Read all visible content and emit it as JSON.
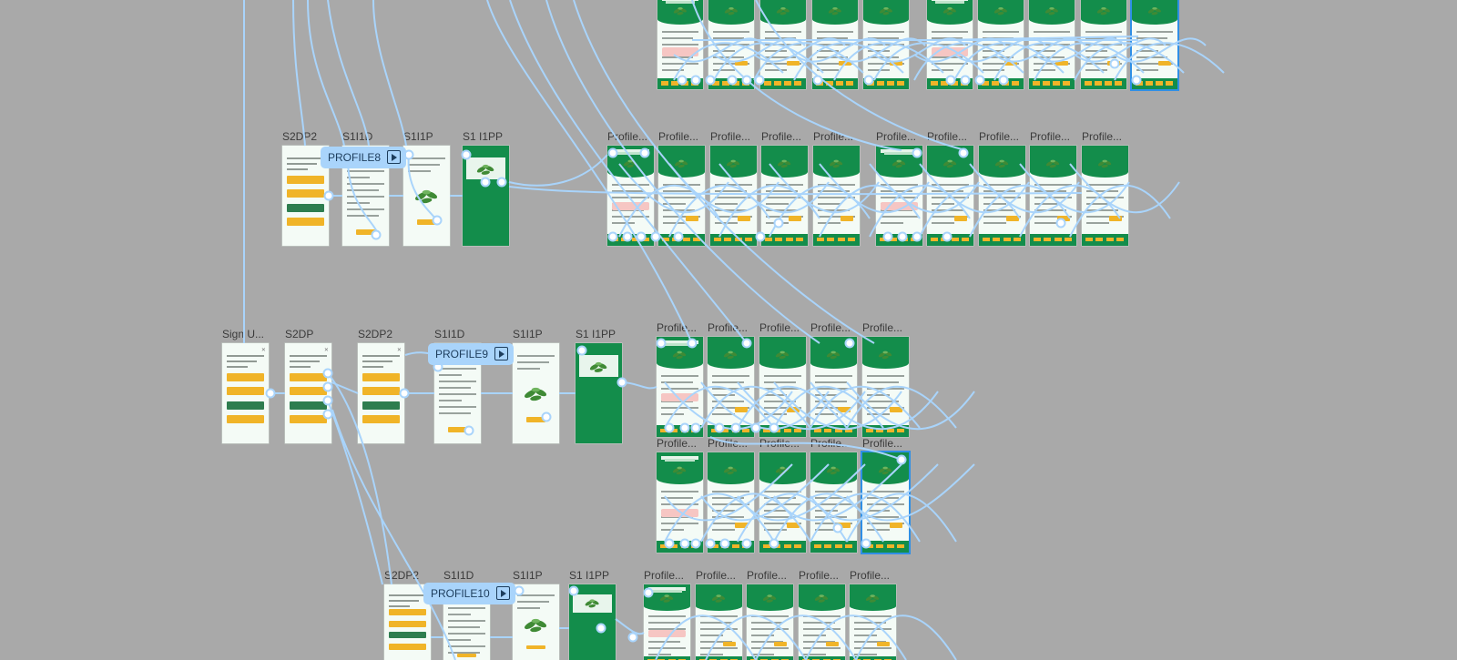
{
  "frame_labels": {
    "sign_up": "Sign U...",
    "s2dp": "S2DP",
    "s2dp2": "S2DP2",
    "s1i1d": "S1I1D",
    "s1i1p": "S1I1P",
    "s1i1pp": "S1 I1PP",
    "profile": "Profile..."
  },
  "prototype_flows": [
    {
      "name": "PROFILE8"
    },
    {
      "name": "PROFILE9"
    },
    {
      "name": "PROFILE10"
    }
  ],
  "colors": {
    "canvas": "#a9a9a9",
    "brand_green": "#138d4b",
    "accent_yellow": "#f0b428",
    "connector_blue": "#a9d4fb",
    "selection_blue": "#2f8fe6",
    "alert_pink": "#f6c6c3"
  },
  "icons": {
    "flow_start": "play-icon",
    "connector_node": "circle-node-icon"
  }
}
